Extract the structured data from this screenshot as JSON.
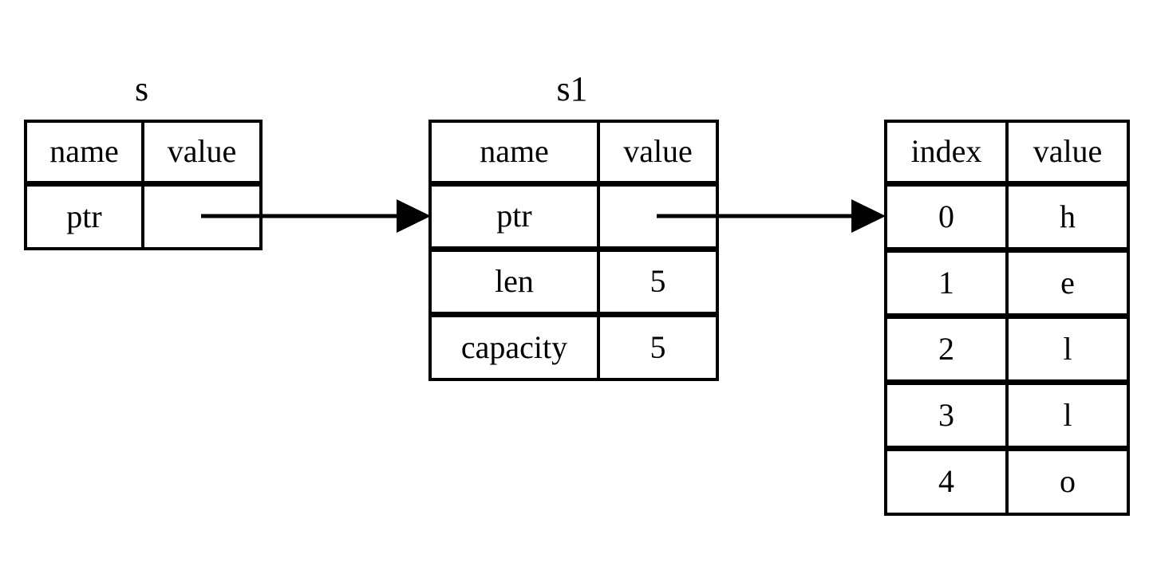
{
  "diagram": {
    "description": "Memory layout diagram of a Rust &String s referencing String s1 which points to heap string data",
    "background_color": "#ffffff",
    "stroke_color": "#000000",
    "tables": [
      {
        "id": "s",
        "title": "s",
        "columns": [
          "name",
          "value"
        ],
        "rows": [
          {
            "name": "ptr",
            "value": ""
          }
        ]
      },
      {
        "id": "s1",
        "title": "s1",
        "columns": [
          "name",
          "value"
        ],
        "rows": [
          {
            "name": "ptr",
            "value": ""
          },
          {
            "name": "len",
            "value": "5"
          },
          {
            "name": "capacity",
            "value": "5"
          }
        ]
      },
      {
        "id": "heap",
        "title": "",
        "columns": [
          "index",
          "value"
        ],
        "rows": [
          {
            "name": "0",
            "value": "h"
          },
          {
            "name": "1",
            "value": "e"
          },
          {
            "name": "2",
            "value": "l"
          },
          {
            "name": "3",
            "value": "l"
          },
          {
            "name": "4",
            "value": "o"
          }
        ]
      }
    ],
    "arrows": [
      {
        "from": "s.ptr.value",
        "to": "s1.ptr row"
      },
      {
        "from": "s1.ptr.value",
        "to": "heap index 0 row"
      }
    ]
  }
}
